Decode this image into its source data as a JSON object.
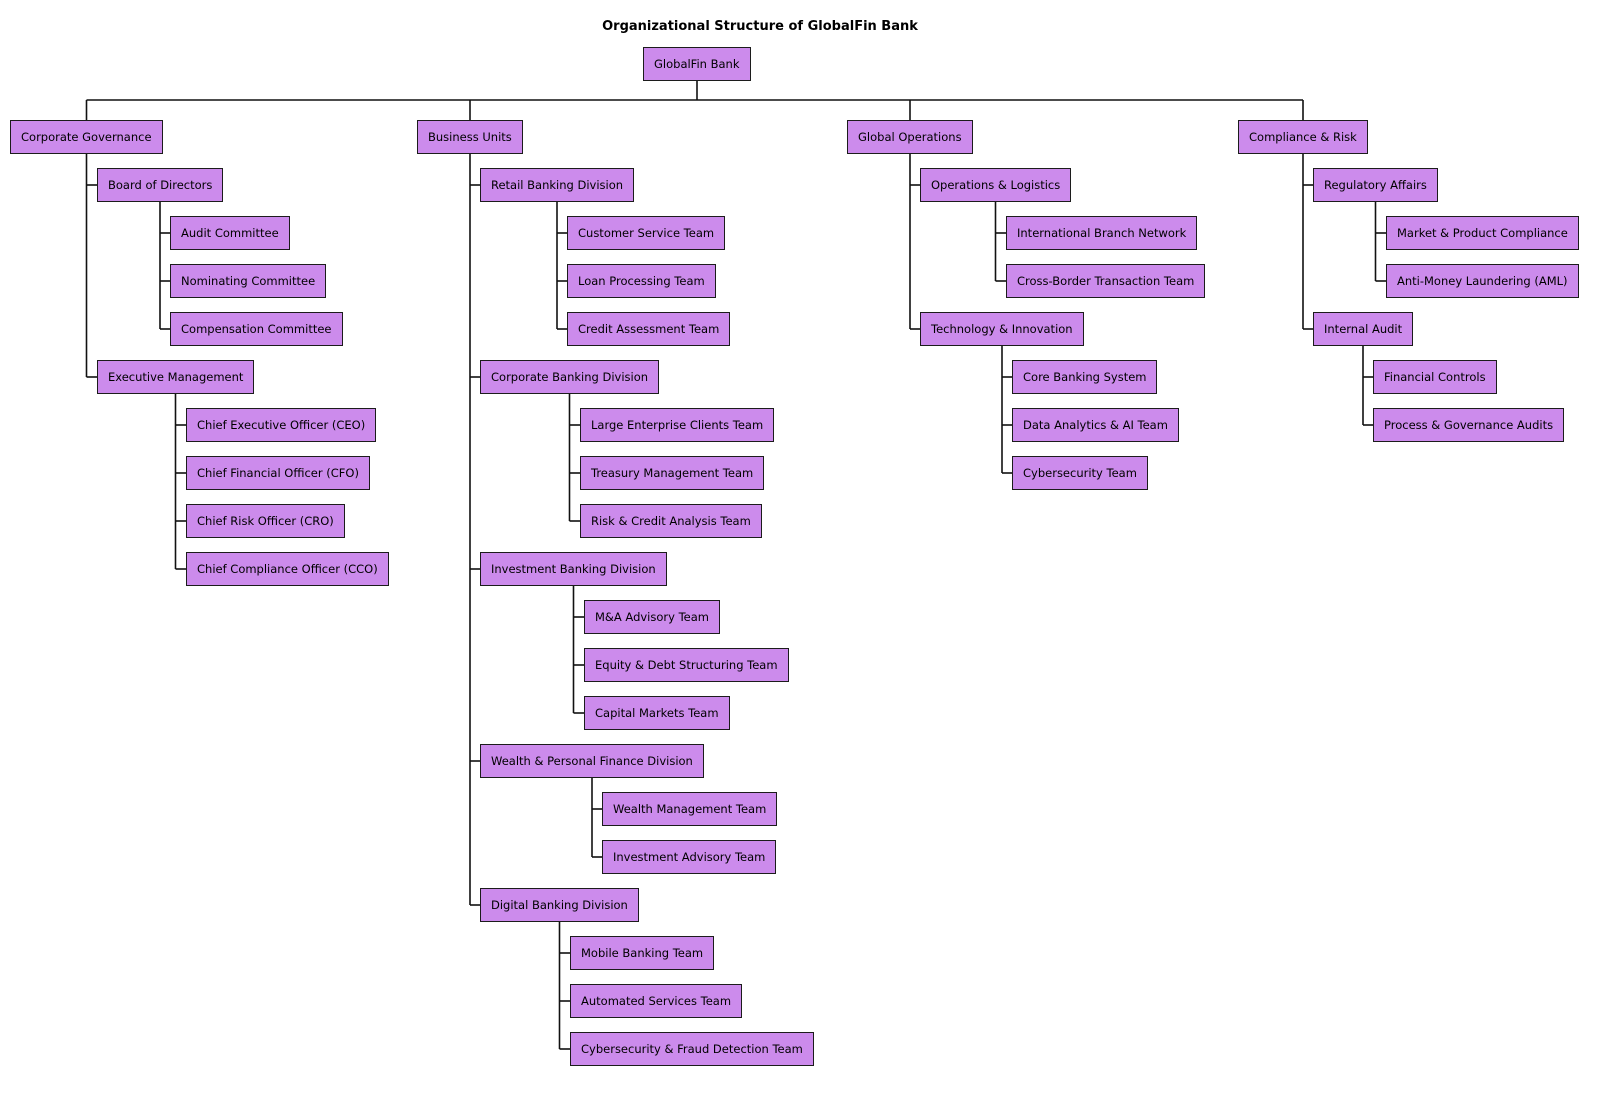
{
  "title": "Organizational Structure of GlobalFin Bank",
  "colors": {
    "node_fill": "#cc8bec",
    "node_border": "#1c1c1c",
    "connector": "#111111",
    "background": "#ffffff",
    "text": "#000000"
  },
  "tree": {
    "label": "GlobalFin Bank",
    "children": [
      {
        "label": "Corporate Governance",
        "children": [
          {
            "label": "Board of Directors",
            "children": [
              {
                "label": "Audit Committee"
              },
              {
                "label": "Nominating Committee"
              },
              {
                "label": "Compensation Committee"
              }
            ]
          },
          {
            "label": "Executive Management",
            "children": [
              {
                "label": "Chief Executive Officer (CEO)"
              },
              {
                "label": "Chief Financial Officer (CFO)"
              },
              {
                "label": "Chief Risk Officer (CRO)"
              },
              {
                "label": "Chief Compliance Officer (CCO)"
              }
            ]
          }
        ]
      },
      {
        "label": "Business Units",
        "children": [
          {
            "label": "Retail Banking Division",
            "children": [
              {
                "label": "Customer Service Team"
              },
              {
                "label": "Loan Processing Team"
              },
              {
                "label": "Credit Assessment Team"
              }
            ]
          },
          {
            "label": "Corporate Banking Division",
            "children": [
              {
                "label": "Large Enterprise Clients Team"
              },
              {
                "label": "Treasury Management Team"
              },
              {
                "label": "Risk & Credit Analysis Team"
              }
            ]
          },
          {
            "label": "Investment Banking Division",
            "children": [
              {
                "label": "M&A Advisory Team"
              },
              {
                "label": "Equity & Debt Structuring Team"
              },
              {
                "label": "Capital Markets Team"
              }
            ]
          },
          {
            "label": "Wealth & Personal Finance Division",
            "children": [
              {
                "label": "Wealth Management Team"
              },
              {
                "label": "Investment Advisory Team"
              }
            ]
          },
          {
            "label": "Digital Banking Division",
            "children": [
              {
                "label": "Mobile Banking Team"
              },
              {
                "label": "Automated Services Team"
              },
              {
                "label": "Cybersecurity & Fraud Detection Team"
              }
            ]
          }
        ]
      },
      {
        "label": "Global Operations",
        "children": [
          {
            "label": "Operations & Logistics",
            "children": [
              {
                "label": "International Branch Network"
              },
              {
                "label": "Cross-Border Transaction Team"
              }
            ]
          },
          {
            "label": "Technology & Innovation",
            "children": [
              {
                "label": "Core Banking System"
              },
              {
                "label": "Data Analytics & AI Team"
              },
              {
                "label": "Cybersecurity Team"
              }
            ]
          }
        ]
      },
      {
        "label": "Compliance & Risk",
        "children": [
          {
            "label": "Regulatory Affairs",
            "children": [
              {
                "label": "Market & Product Compliance"
              },
              {
                "label": "Anti-Money Laundering (AML)"
              }
            ]
          },
          {
            "label": "Internal Audit",
            "children": [
              {
                "label": "Financial Controls"
              },
              {
                "label": "Process & Governance Audits"
              }
            ]
          }
        ]
      }
    ]
  }
}
